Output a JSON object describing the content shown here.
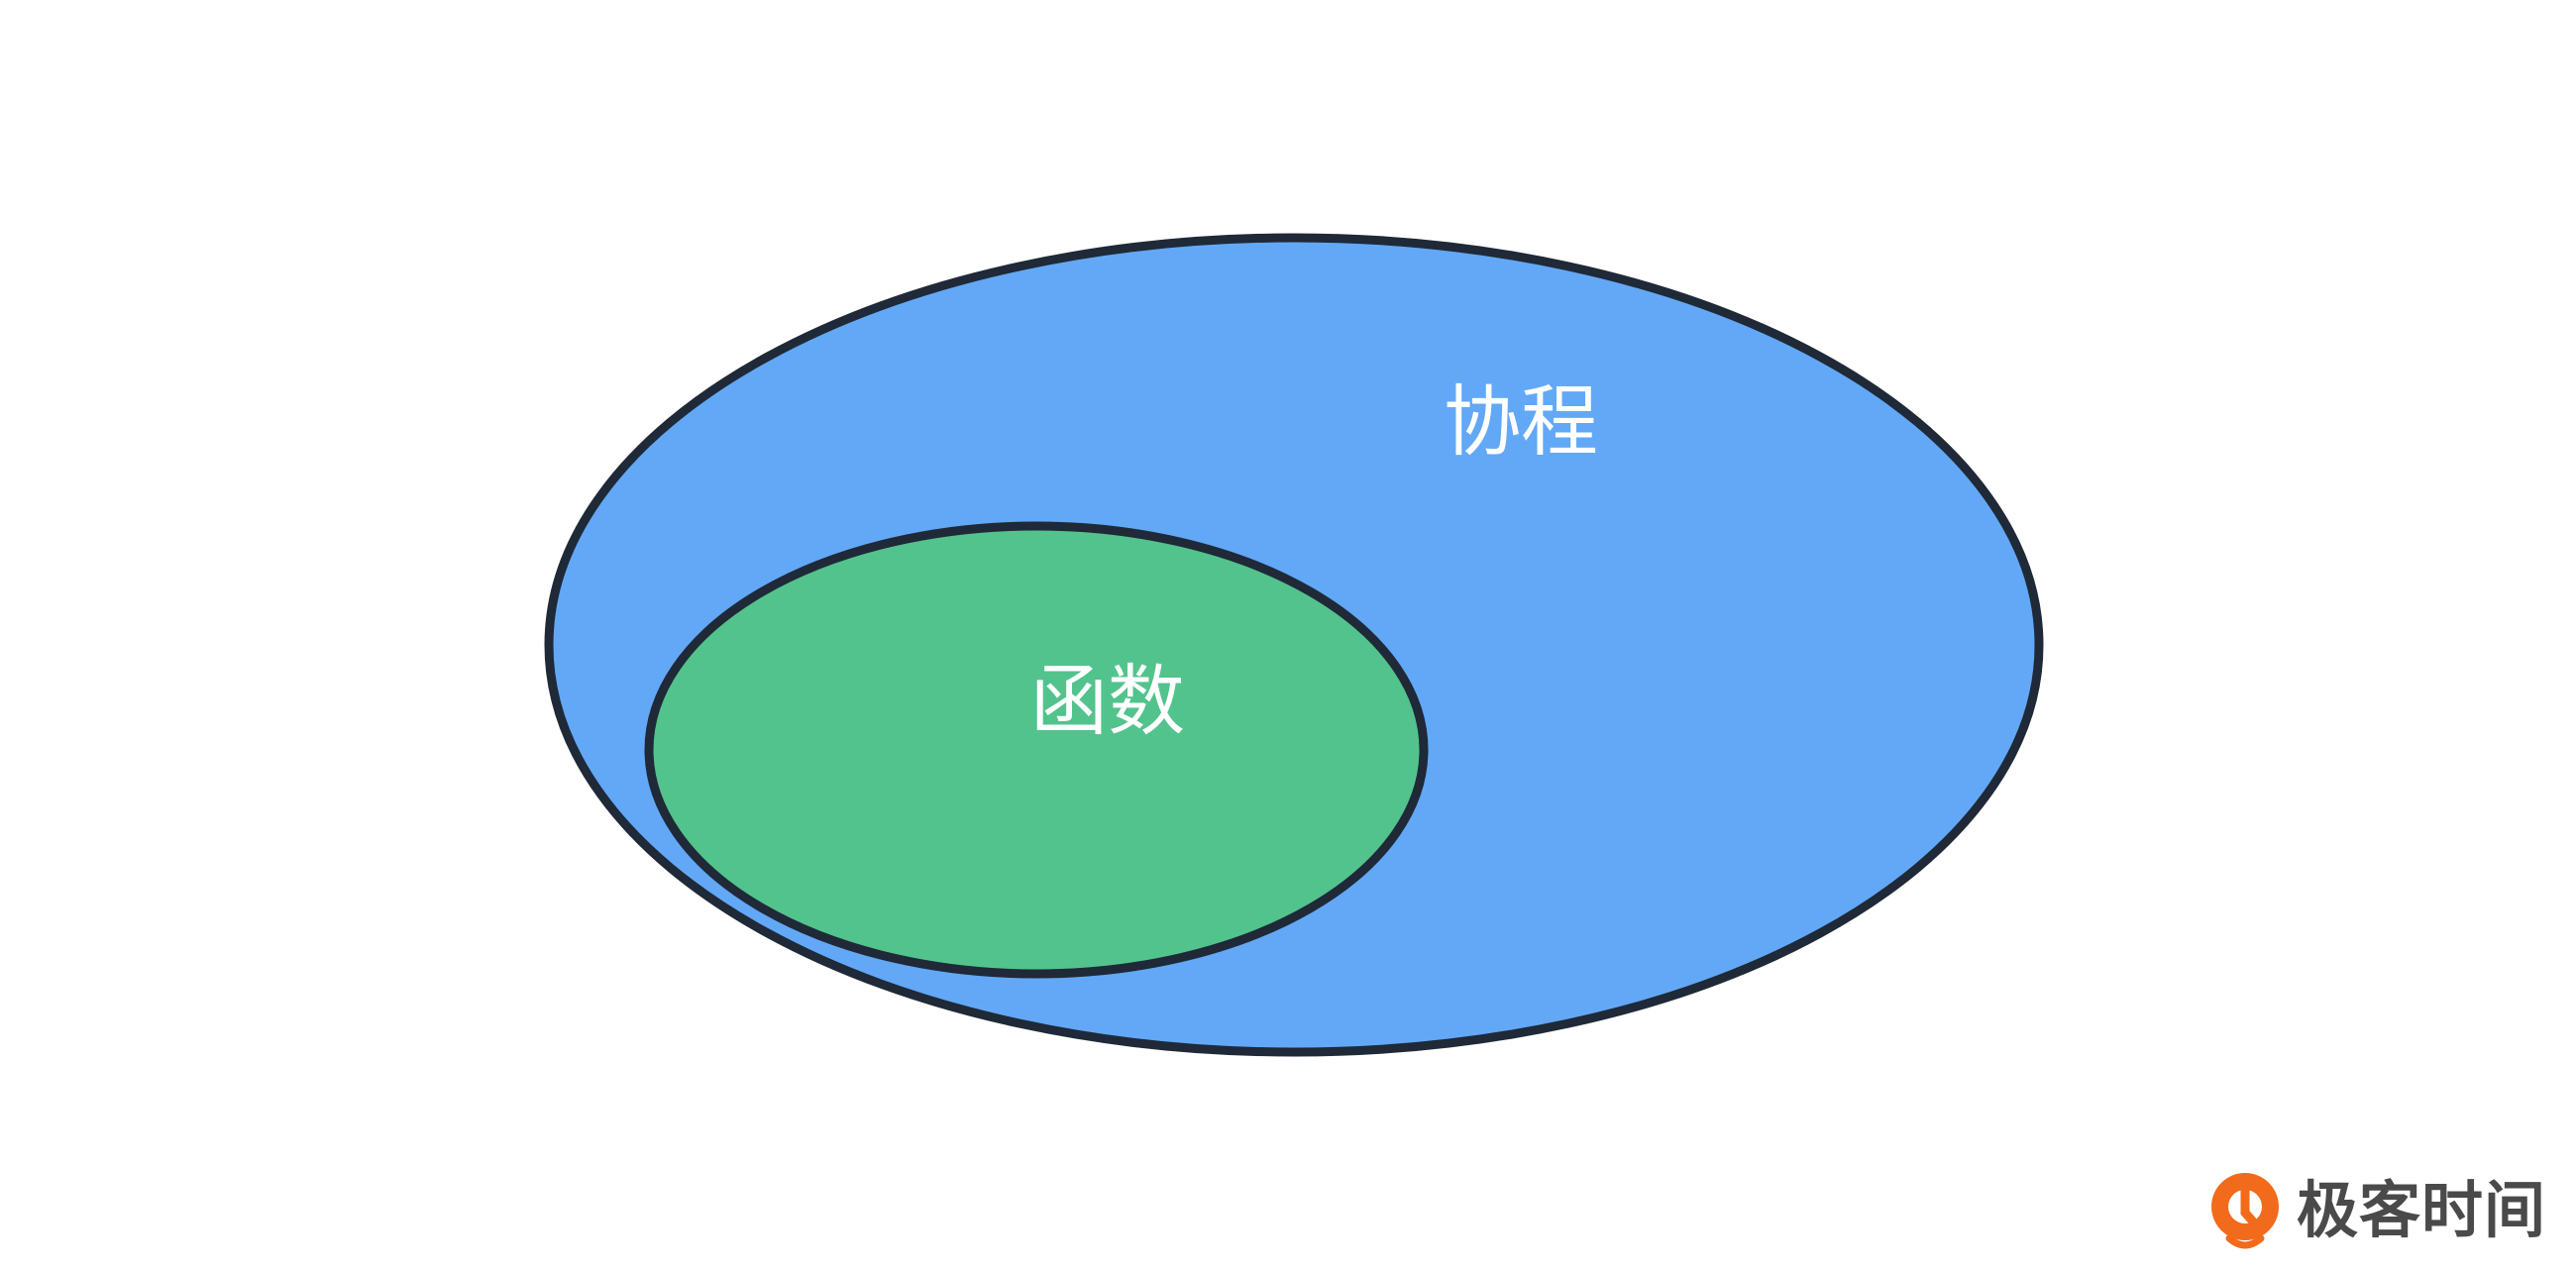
{
  "diagram": {
    "outer_set": {
      "label": "协程",
      "fill": "#62a8f6"
    },
    "inner_set": {
      "label": "函数",
      "fill": "#52c38c"
    },
    "outline_color": "#1f2937"
  },
  "watermark": {
    "brand_text": "极客时间",
    "logo_icon": "geektime-logo-icon",
    "logo_color": "#f26a1b"
  }
}
